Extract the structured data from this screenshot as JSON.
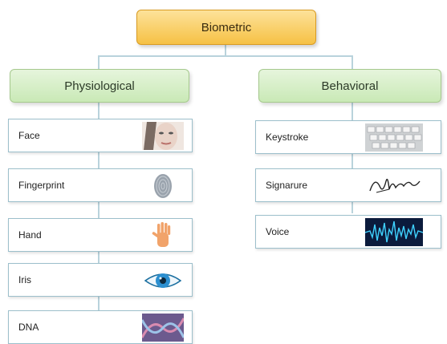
{
  "root": {
    "label": "Biometric"
  },
  "physiological": {
    "label": "Physiological",
    "items": [
      {
        "label": "Face",
        "icon": "face-icon"
      },
      {
        "label": "Fingerprint",
        "icon": "fingerprint-icon"
      },
      {
        "label": "Hand",
        "icon": "hand-icon"
      },
      {
        "label": "Iris",
        "icon": "iris-icon"
      },
      {
        "label": "DNA",
        "icon": "dna-icon"
      }
    ]
  },
  "behavioral": {
    "label": "Behavioral",
    "items": [
      {
        "label": "Keystroke",
        "icon": "keyboard-icon"
      },
      {
        "label": "Signarure",
        "icon": "signature-icon"
      },
      {
        "label": "Voice",
        "icon": "voice-waveform-icon"
      }
    ]
  },
  "colors": {
    "root_fill": "#f6c145",
    "category_fill": "#c9e9b6",
    "connector": "#b9d3dc",
    "leaf_border": "#9cbfcb"
  }
}
